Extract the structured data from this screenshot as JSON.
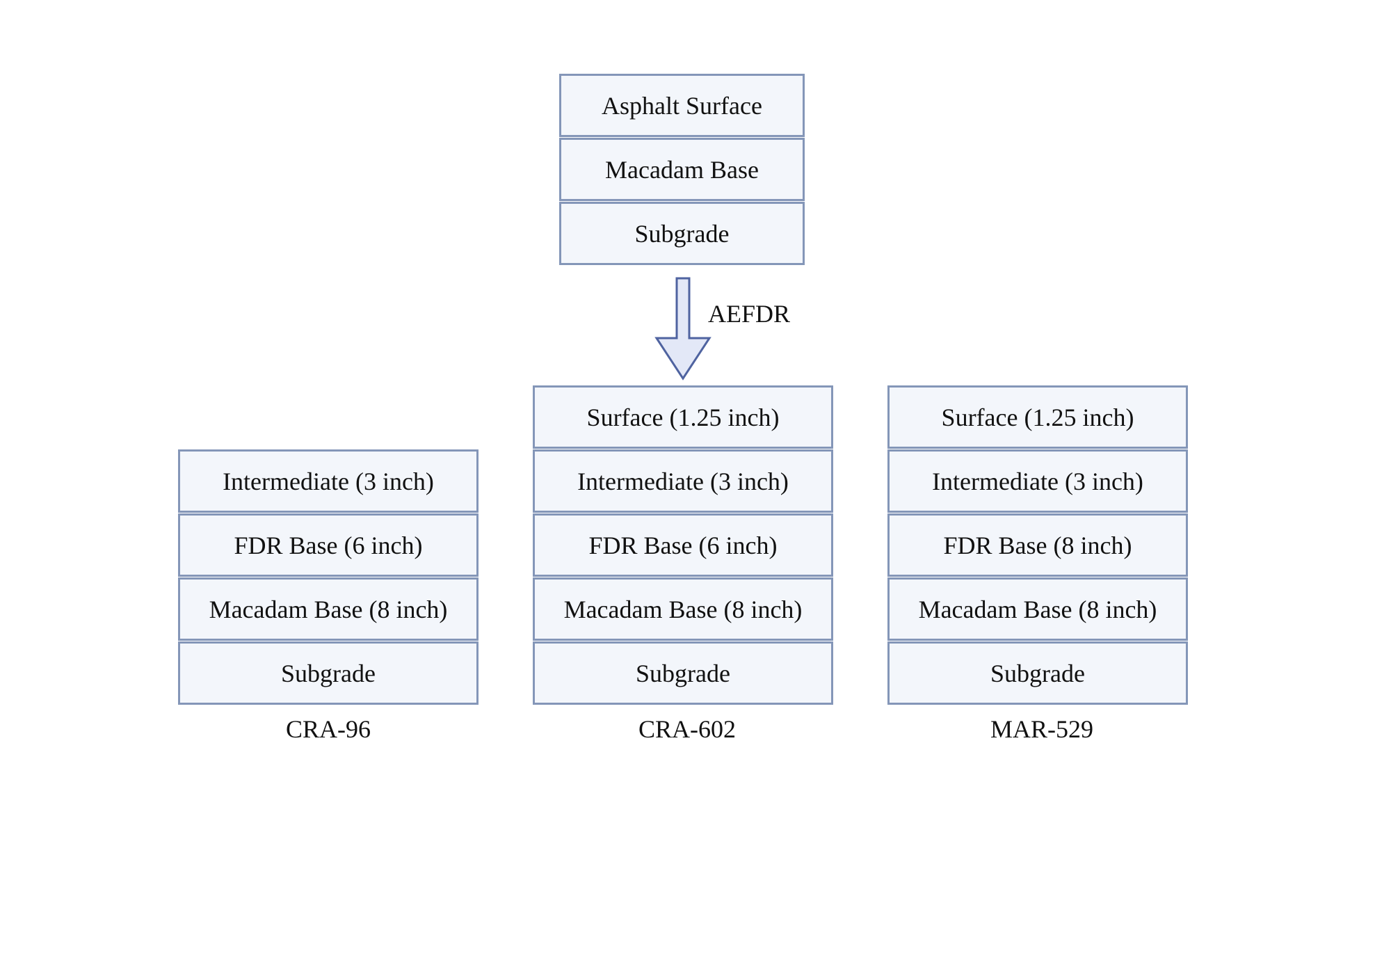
{
  "original_pavement": {
    "layers": [
      "Asphalt Surface",
      "Macadam Base",
      "Subgrade"
    ]
  },
  "process": {
    "label": "AEFDR",
    "arrow_icon": "down-arrow-icon",
    "arrow_fill": "#e3e8f7",
    "arrow_stroke": "#4f63a0"
  },
  "colors": {
    "layer_fill": "#f3f6fb",
    "layer_border": "#8496b8"
  },
  "sections": [
    {
      "name": "CRA-96",
      "layers": [
        "Intermediate (3 inch)",
        "FDR Base (6 inch)",
        "Macadam Base (8 inch)",
        "Subgrade"
      ]
    },
    {
      "name": "CRA-602",
      "layers": [
        "Surface (1.25 inch)",
        "Intermediate (3 inch)",
        "FDR Base (6 inch)",
        "Macadam Base (8 inch)",
        "Subgrade"
      ]
    },
    {
      "name": "MAR-529",
      "layers": [
        "Surface (1.25 inch)",
        "Intermediate (3 inch)",
        "FDR Base (8 inch)",
        "Macadam Base (8 inch)",
        "Subgrade"
      ]
    }
  ]
}
